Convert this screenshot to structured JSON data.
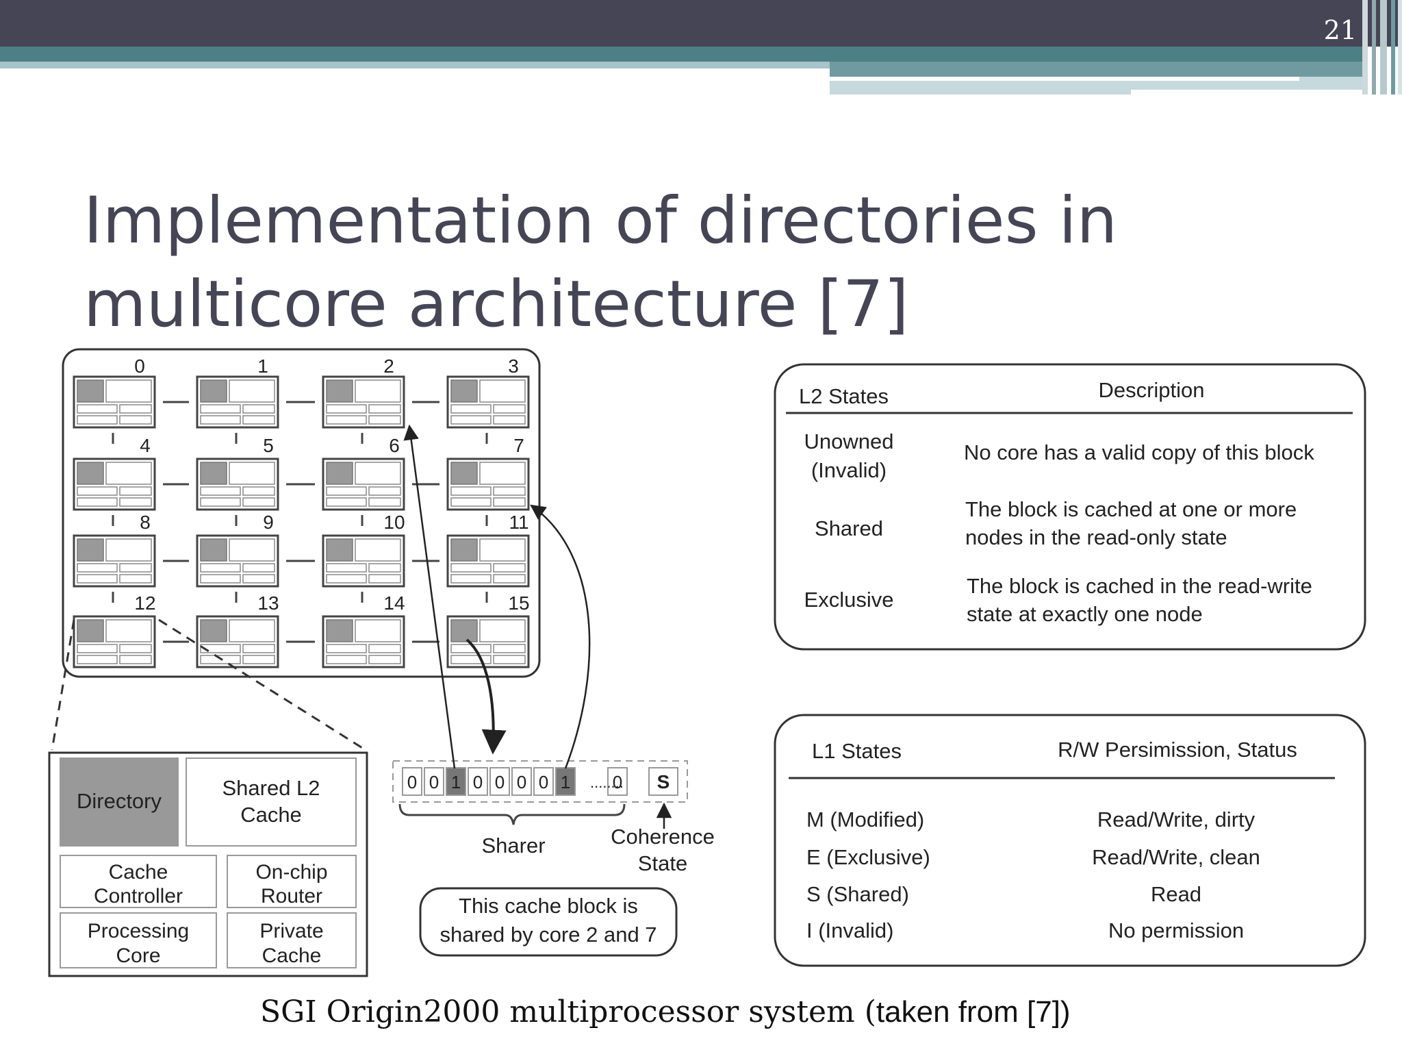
{
  "slide": {
    "number": "21"
  },
  "title": {
    "line1": "Implementation of directories in",
    "line2": "multicore architecture [7]"
  },
  "caption": {
    "main": "SGI Origin2000 multiprocessor system (",
    "tail": "taken from [7])"
  },
  "grid": {
    "node_labels": [
      "0",
      "1",
      "2",
      "3",
      "4",
      "5",
      "6",
      "7",
      "8",
      "9",
      "10",
      "11",
      "12",
      "13",
      "14",
      "15"
    ]
  },
  "tile_detail": {
    "directory": "Directory",
    "shared_l2": [
      "Shared L2",
      "Cache"
    ],
    "cache_controller": [
      "Cache",
      "Controller"
    ],
    "onchip_router": [
      "On-chip",
      "Router"
    ],
    "processing_core": [
      "Processing",
      "Core"
    ],
    "private_cache": [
      "Private",
      "Cache"
    ]
  },
  "directory_entry": {
    "bits": [
      "0",
      "0",
      "1",
      "0",
      "0",
      "0",
      "0",
      "1",
      "0"
    ],
    "state": "S",
    "sharer_label": "Sharer",
    "coherence_label": [
      "Coherence",
      "State"
    ],
    "note": [
      "This cache block is",
      "shared by core 2 and 7"
    ]
  },
  "l2_table": {
    "headers": [
      "L2 States",
      "Description"
    ],
    "rows": [
      {
        "state": [
          "Unowned",
          "(Invalid)"
        ],
        "desc": [
          "No core has a valid copy of this block"
        ]
      },
      {
        "state": [
          "Shared"
        ],
        "desc": [
          "The block is cached at one or more",
          "nodes in the read-only state"
        ]
      },
      {
        "state": [
          "Exclusive"
        ],
        "desc": [
          "The block is cached in the read-write",
          "state at exactly one node"
        ]
      }
    ]
  },
  "l1_table": {
    "headers": [
      "L1 States",
      "R/W Persimission, Status"
    ],
    "rows": [
      {
        "state": "M (Modified)",
        "perm": "Read/Write, dirty"
      },
      {
        "state": "E (Exclusive)",
        "perm": "Read/Write, clean"
      },
      {
        "state": "S (Shared)",
        "perm": "Read"
      },
      {
        "state": "I  (Invalid)",
        "perm": "No permission"
      }
    ]
  },
  "colors": {
    "header_bar": "#464556",
    "teal": "#4d7f87",
    "light_teal": "#a6c4c9",
    "directory_gray": "#999999",
    "bit_highlight": "#777777"
  }
}
